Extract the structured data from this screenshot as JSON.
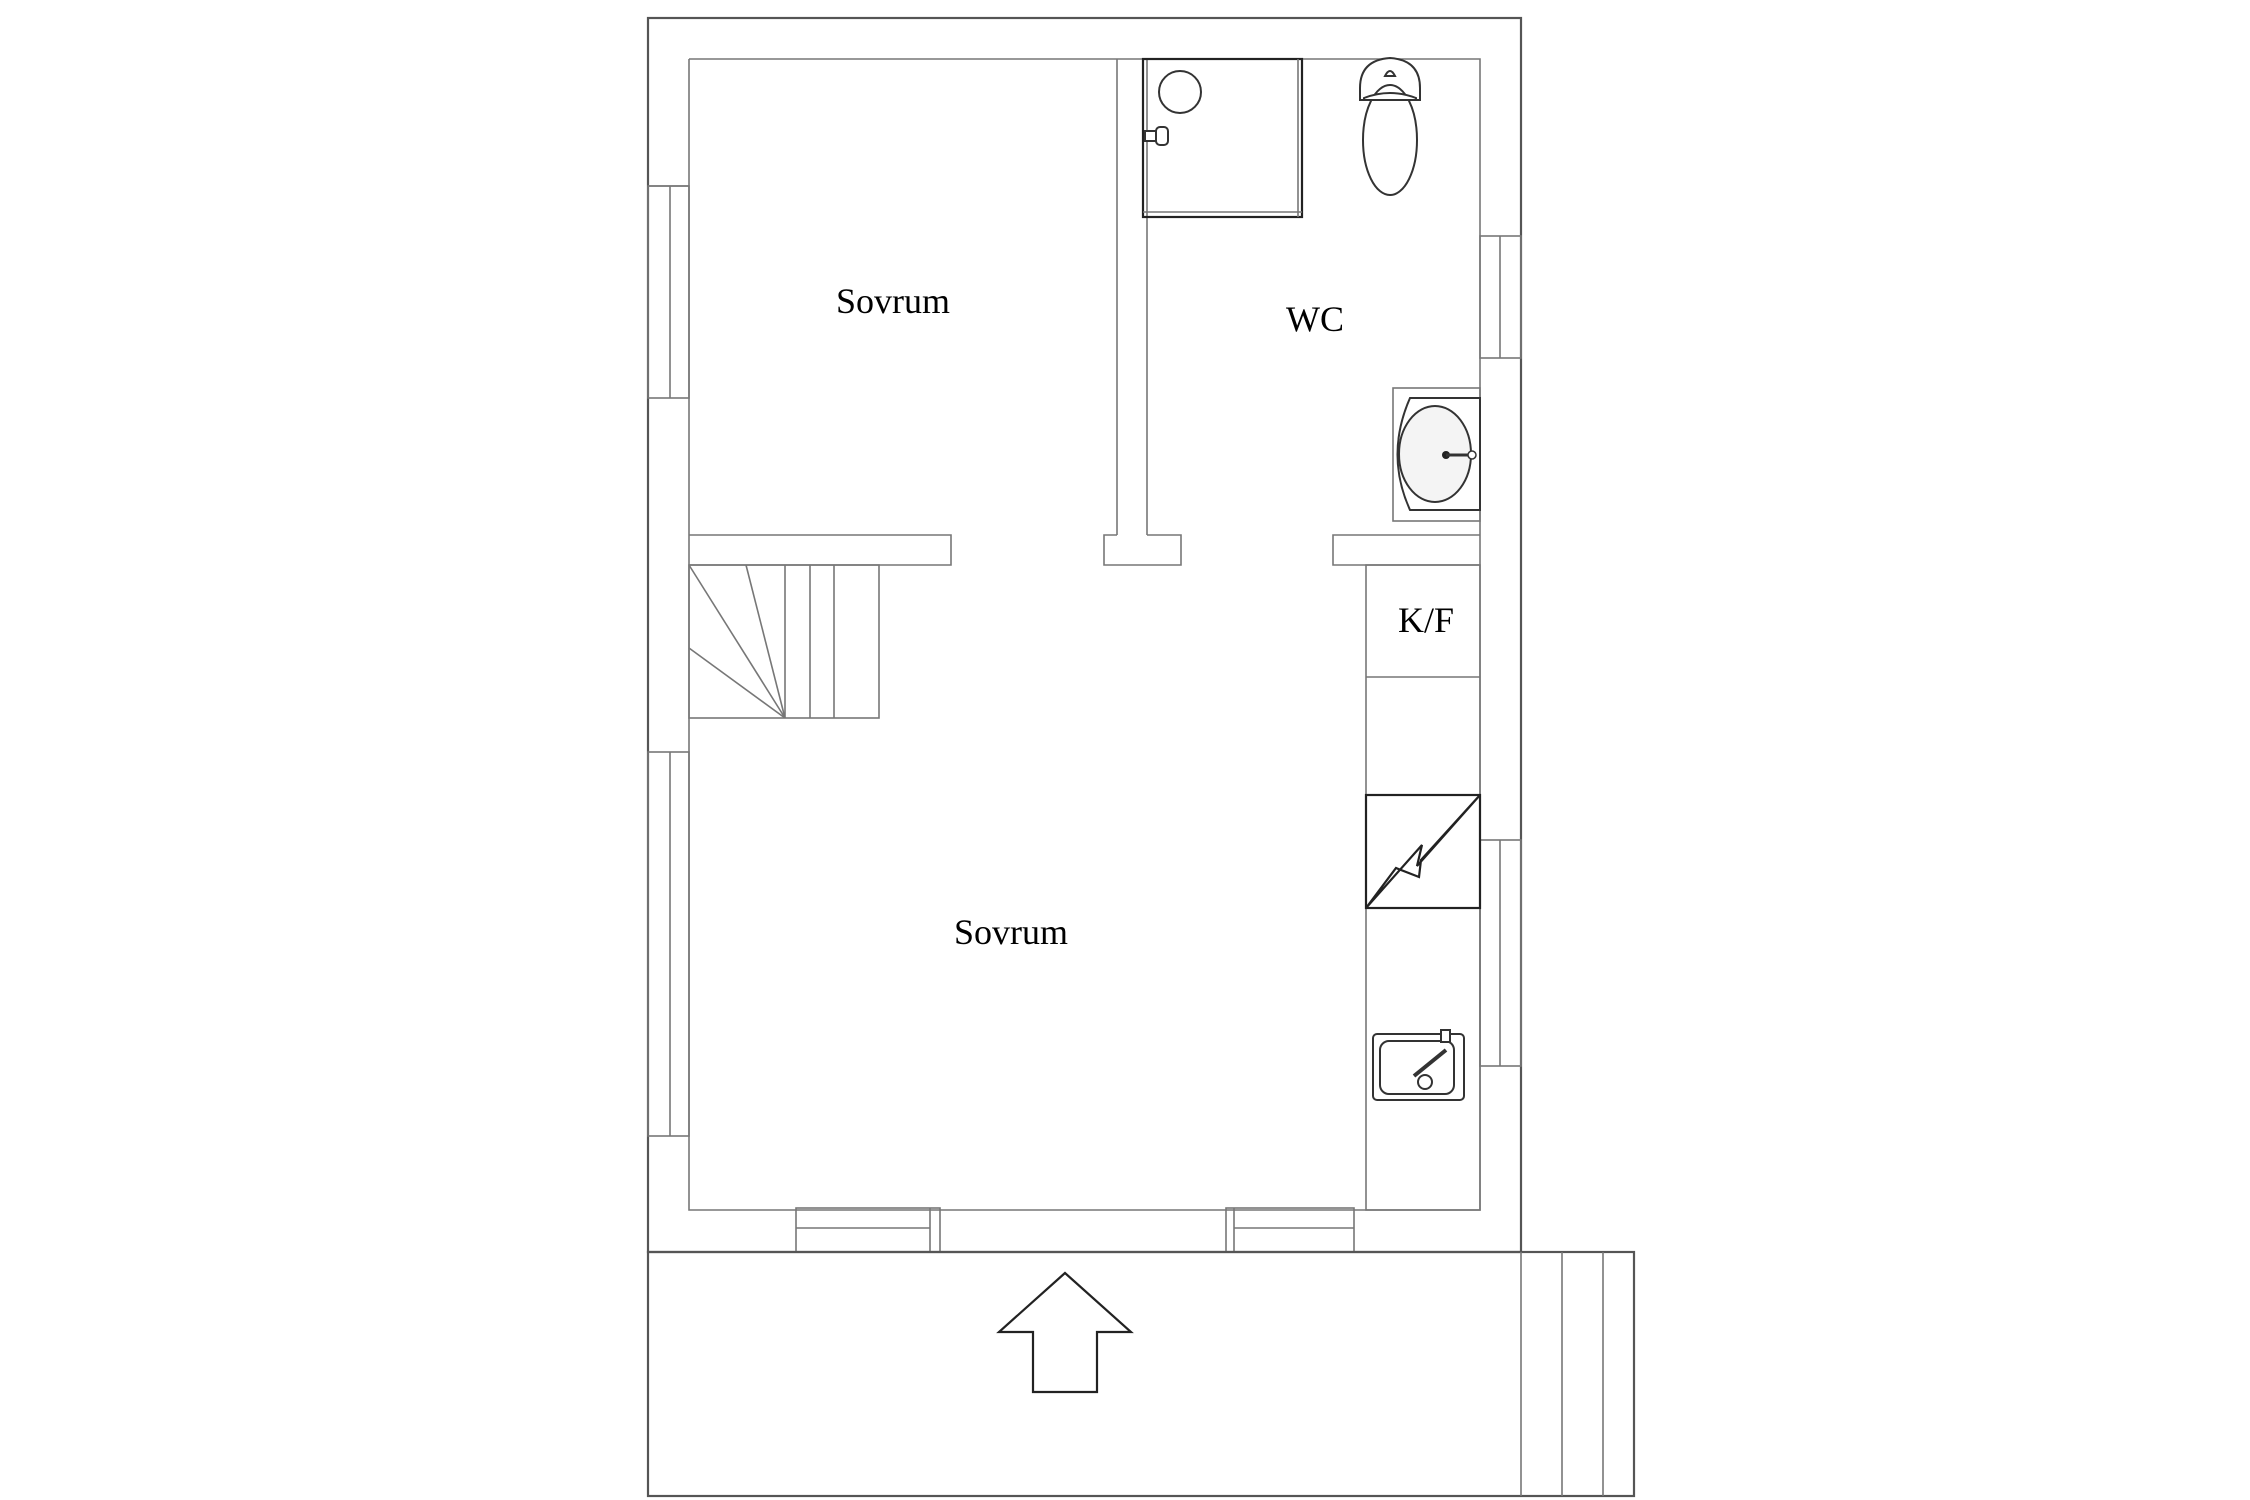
{
  "floorplan": {
    "rooms": [
      {
        "id": "bedroom-upper",
        "label": "Sovrum"
      },
      {
        "id": "wc",
        "label": "WC"
      },
      {
        "id": "kf",
        "label": "K/F"
      },
      {
        "id": "bedroom-lower",
        "label": "Sovrum"
      }
    ],
    "fixtures": [
      "shower",
      "toilet",
      "washbasin",
      "refrigerator-freezer",
      "stove",
      "kitchen-sink",
      "staircase"
    ],
    "entrance_indicator": "arrow-up-icon",
    "colors": {
      "wall": "#555555",
      "background": "#ffffff",
      "text": "#000000"
    }
  }
}
